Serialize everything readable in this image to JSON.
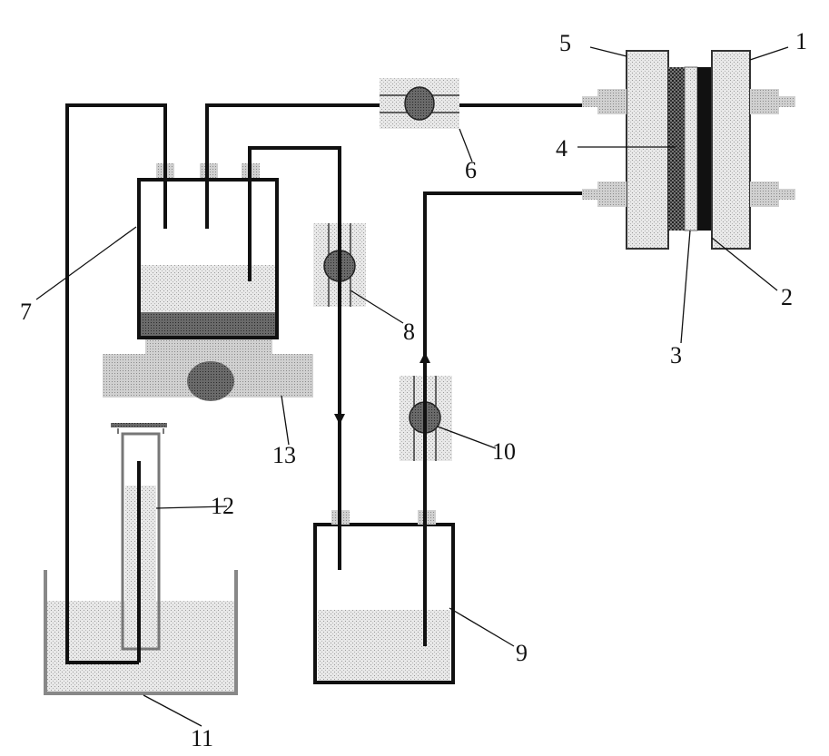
{
  "labels": {
    "l1": "1",
    "l2": "2",
    "l3": "3",
    "l4": "4",
    "l5": "5",
    "l6": "6",
    "l7": "7",
    "l8": "8",
    "l9": "9",
    "l10": "10",
    "l11": "11",
    "l12": "12",
    "l13": "13"
  },
  "colors": {
    "line": "#111111",
    "stipple_light": "#e6e6e6",
    "stipple_mid": "#cfcfcf",
    "stipple_dark": "#555555",
    "membrane": "#111111"
  }
}
